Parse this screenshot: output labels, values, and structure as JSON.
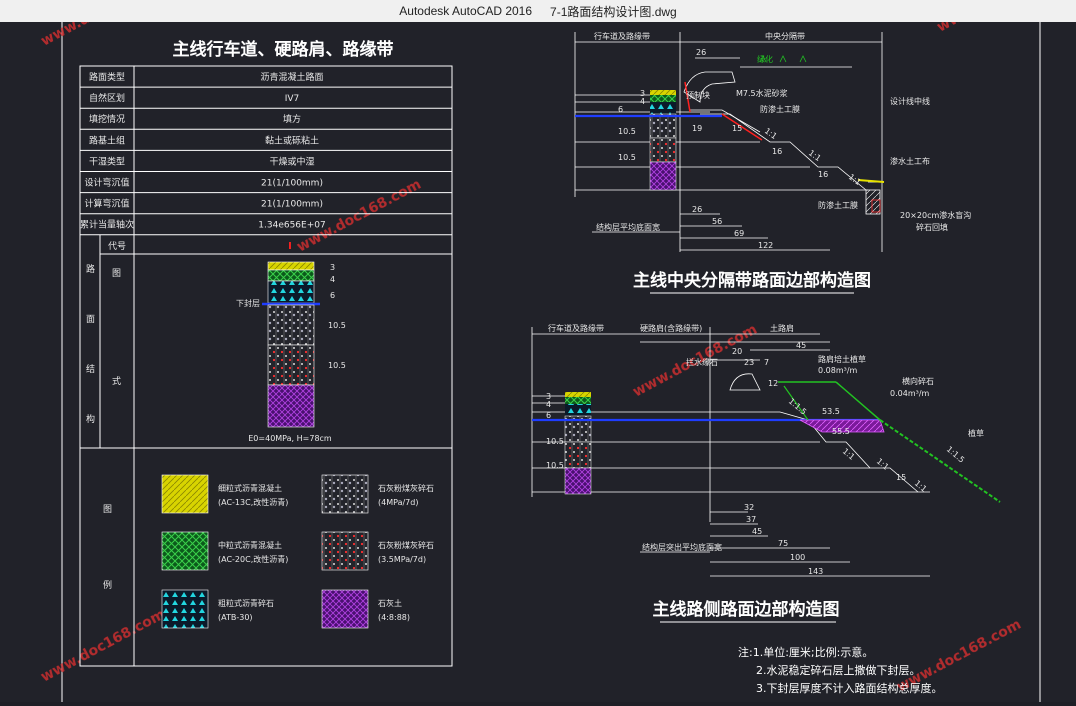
{
  "window": {
    "app_name": "Autodesk AutoCAD 2016",
    "file_name": "7-1路面结构设计图.dwg"
  },
  "watermark": "www.doc168.com",
  "colors": {
    "background": "#212229",
    "line": "#ffffff",
    "blue_line": "#1f3dff",
    "green": "#22c322",
    "yellow": "#e8e400",
    "magenta": "#a020c8",
    "red": "#ff2020"
  },
  "left_panel": {
    "title": "主线行车道、硬路肩、路缘带",
    "rows": [
      {
        "label": "路面类型",
        "value": "沥青混凝土路面"
      },
      {
        "label": "自然区划",
        "value": "IV7"
      },
      {
        "label": "填挖情况",
        "value": "填方"
      },
      {
        "label": "路基土组",
        "value": "黏土或砾粘土"
      },
      {
        "label": "干湿类型",
        "value": "干燥或中湿"
      },
      {
        "label": "设计弯沉值",
        "value": "21(1/100mm)"
      },
      {
        "label": "计算弯沉值",
        "value": "21(1/100mm)"
      },
      {
        "label": "累计当量轴次",
        "value": "1.34e656E+07"
      }
    ],
    "structure": {
      "side_label": "路面结构",
      "code_label": "代号",
      "code_value": "I",
      "pattern_label": "图式",
      "seal_label": "下封层",
      "thicknesses": [
        "3",
        "4",
        "6",
        "10.5",
        "10.5"
      ],
      "modulus": "E0=40MPa, H=78cm"
    },
    "legend_side_label": "图例",
    "legend": [
      {
        "name": "细粒式沥青混凝土",
        "spec": "(AC-13C,改性沥青)"
      },
      {
        "name": "中粒式沥青混凝土",
        "spec": "(AC-20C,改性沥青)"
      },
      {
        "name": "粗粒式沥青碎石",
        "spec": "(ATB-30)"
      },
      {
        "name": "石灰粉煤灰碎石",
        "spec": "(4MPa/7d)"
      },
      {
        "name": "石灰粉煤灰碎石",
        "spec": "(3.5MPa/7d)"
      },
      {
        "name": "石灰土",
        "spec": "(4:8:88)"
      }
    ]
  },
  "top_drawing": {
    "title": "主线中央分隔带路面边部构造图",
    "header_left": "行车道及路缘带",
    "header_right": "中央分隔带",
    "green_label": "绿化",
    "labels": [
      "M7.5水泥砂浆",
      "预制块",
      "防渗土工膜",
      "设计线中线",
      "渗水土工布",
      "防渗土工膜",
      "20×20cm渗水盲沟",
      "碎石回填",
      "结构层平均底面宽"
    ],
    "dims": [
      "26",
      "3",
      "4",
      "6",
      "10.5",
      "10.5",
      "19",
      "15",
      "16",
      "16",
      "26",
      "56",
      "69",
      "122"
    ],
    "slopes": [
      "1:1",
      "1:1",
      "1:1"
    ]
  },
  "bottom_drawing": {
    "title": "主线路侧路面边部构造图",
    "header_left": "行车道及路缘带",
    "header_mid": "硬路肩(含路缘带)",
    "header_right": "土路肩",
    "labels": [
      "拦水缘石",
      "路肩培土植草",
      "0.08m³/m",
      "横向碎石",
      "0.04m³/m",
      "植草",
      "结构层突出平均底面宽"
    ],
    "dims": [
      "20",
      "45",
      "23",
      "7",
      "12",
      "3",
      "4",
      "6",
      "10.5",
      "10.5",
      "53.5",
      "55.5",
      "15",
      "32",
      "37",
      "45",
      "75",
      "100",
      "143"
    ],
    "slopes": [
      "1:1.5",
      "1:1",
      "1:1",
      "1:1",
      "1:1.5"
    ]
  },
  "notes": [
    "注:1.单位:厘米;比例:示意。",
    "2.水泥稳定碎石层上撒做下封层。",
    "3.下封层厚度不计入路面结构总厚度。"
  ]
}
